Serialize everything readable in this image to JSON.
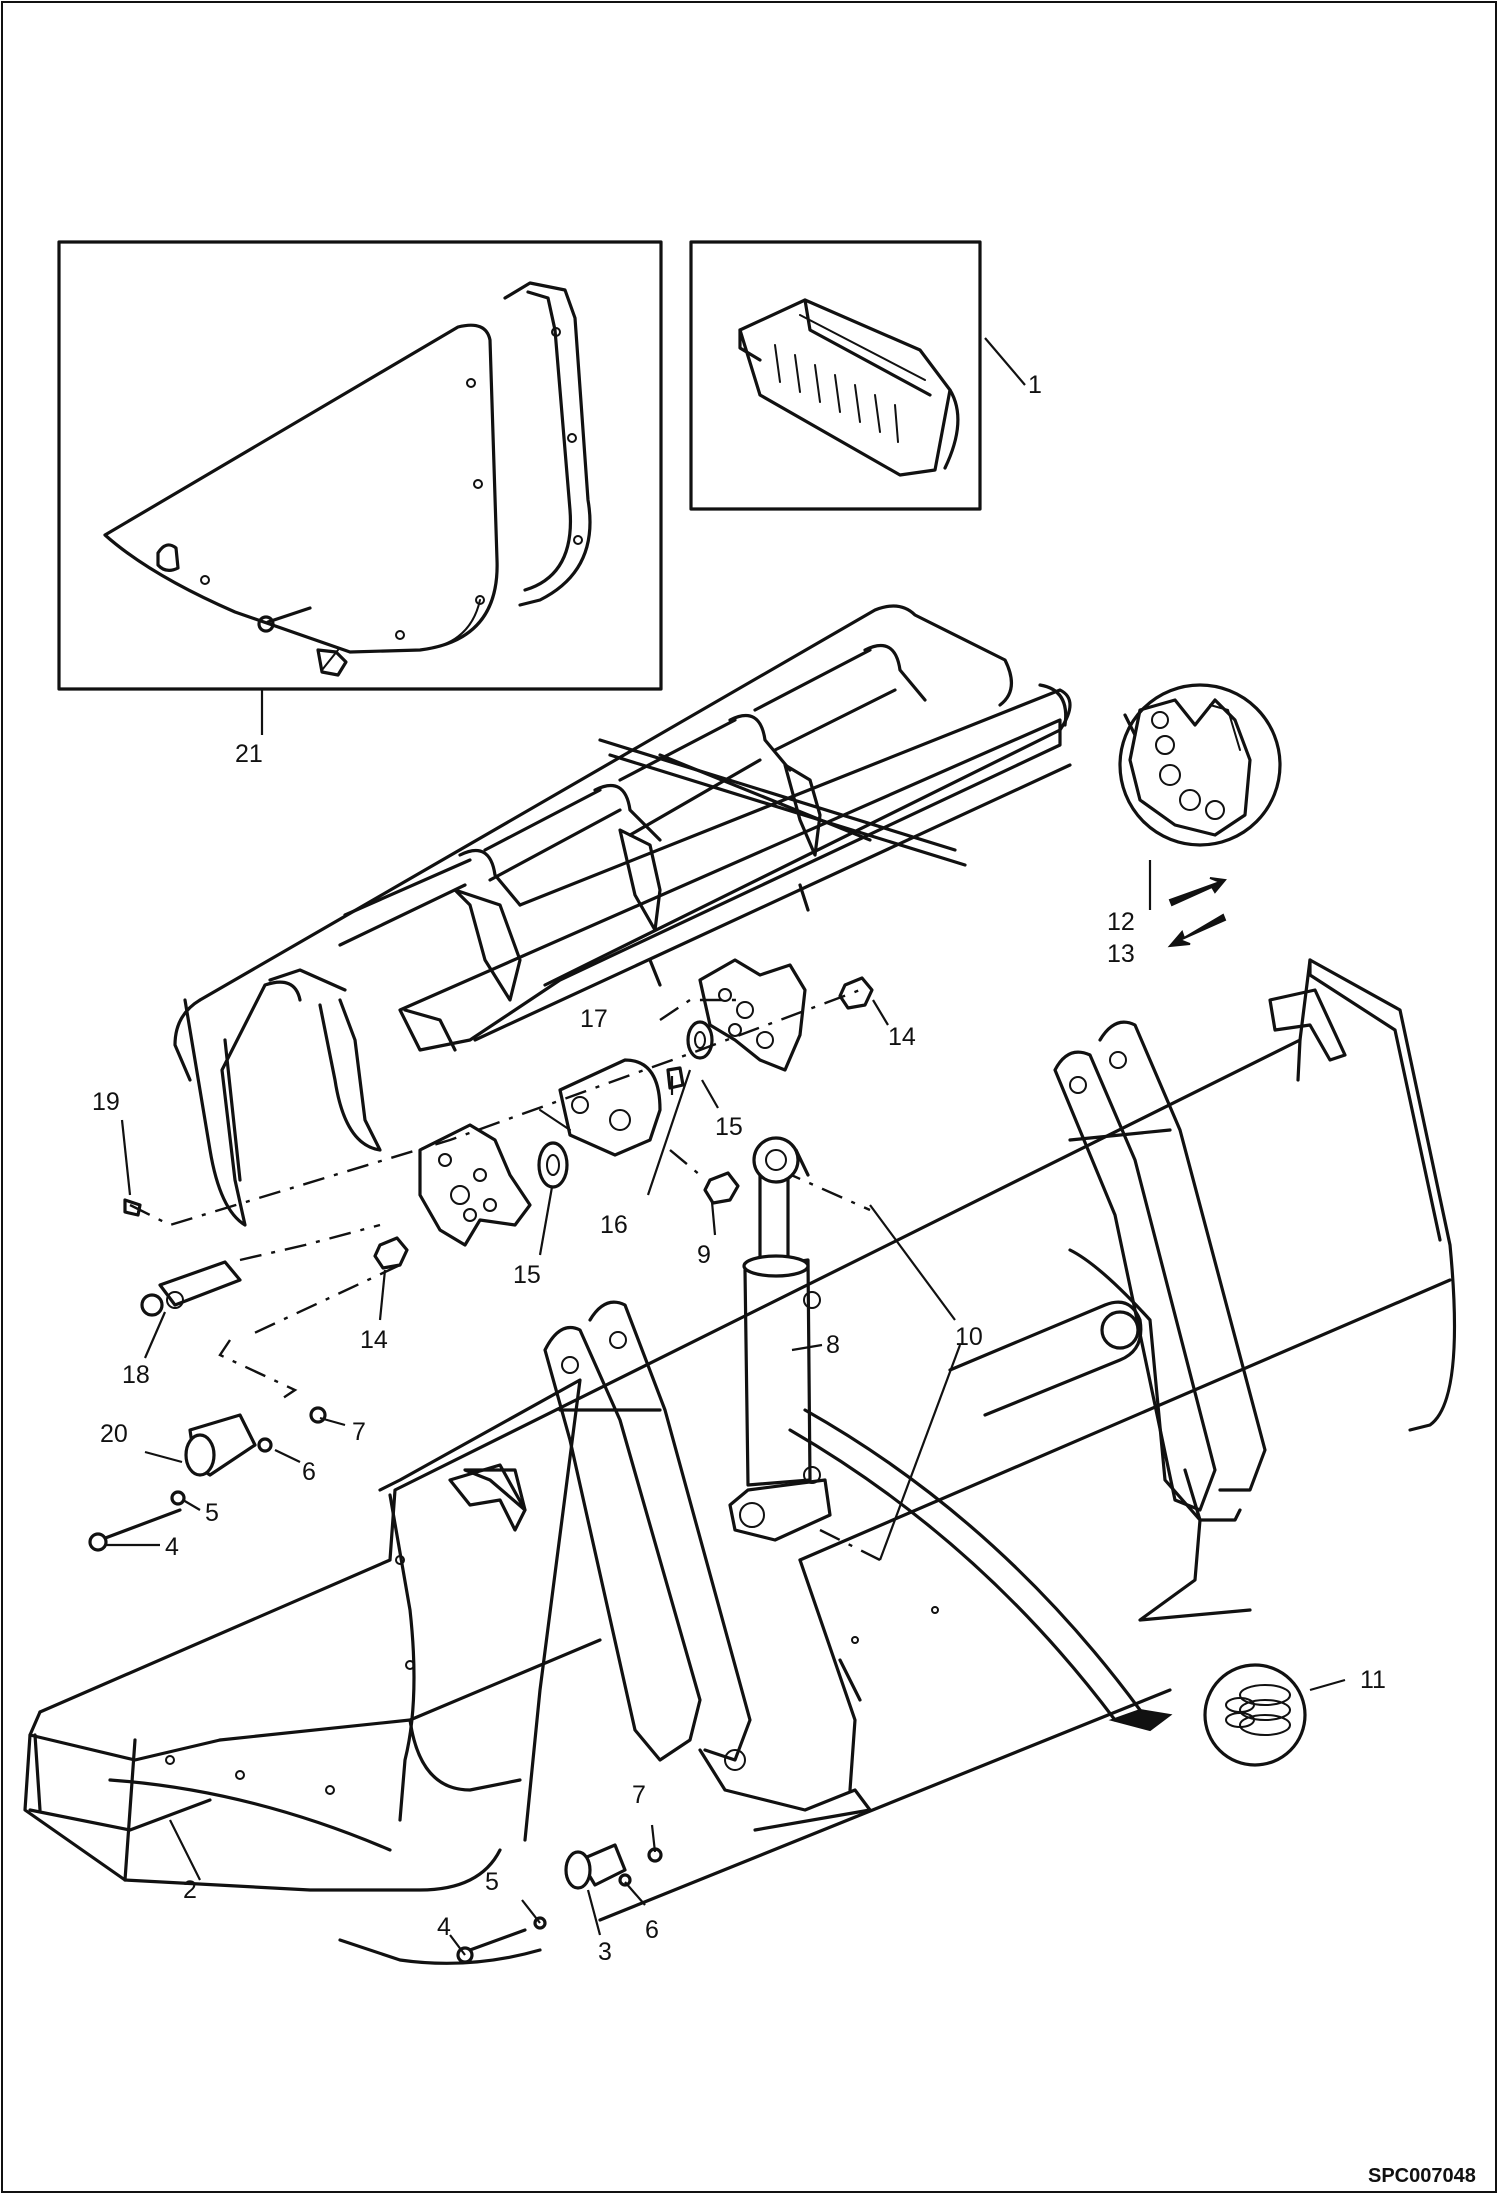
{
  "figure_code": "SPC007048",
  "callouts": [
    {
      "id": "c1",
      "text": "1"
    },
    {
      "id": "c2",
      "text": "2"
    },
    {
      "id": "c3",
      "text": "3"
    },
    {
      "id": "c4a",
      "text": "4"
    },
    {
      "id": "c4b",
      "text": "4"
    },
    {
      "id": "c5a",
      "text": "5"
    },
    {
      "id": "c5b",
      "text": "5"
    },
    {
      "id": "c6a",
      "text": "6"
    },
    {
      "id": "c6b",
      "text": "6"
    },
    {
      "id": "c7a",
      "text": "7"
    },
    {
      "id": "c7b",
      "text": "7"
    },
    {
      "id": "c8",
      "text": "8"
    },
    {
      "id": "c9",
      "text": "9"
    },
    {
      "id": "c10",
      "text": "10"
    },
    {
      "id": "c11",
      "text": "11"
    },
    {
      "id": "c12",
      "text": "12"
    },
    {
      "id": "c13",
      "text": "13"
    },
    {
      "id": "c14a",
      "text": "14"
    },
    {
      "id": "c14b",
      "text": "14"
    },
    {
      "id": "c15a",
      "text": "15"
    },
    {
      "id": "c15b",
      "text": "15"
    },
    {
      "id": "c16",
      "text": "16"
    },
    {
      "id": "c17",
      "text": "17"
    },
    {
      "id": "c18",
      "text": "18"
    },
    {
      "id": "c19",
      "text": "19"
    },
    {
      "id": "c20",
      "text": "20"
    },
    {
      "id": "c21",
      "text": "21"
    }
  ]
}
